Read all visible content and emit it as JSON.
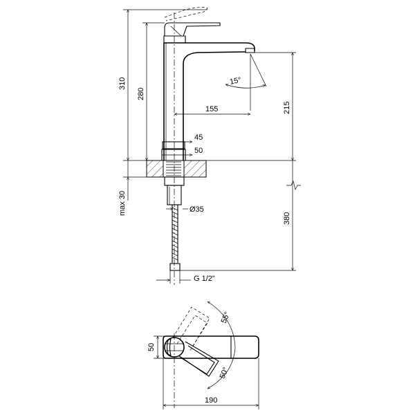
{
  "dimensions": {
    "total_height": "310",
    "body_height": "280",
    "spout_height": "215",
    "reach": "155",
    "spout_angle": "15°",
    "base_d1": "45",
    "base_d2": "50",
    "max_deck": "max 30",
    "hose_length": "380",
    "shank_diameter": "Ø35",
    "thread": "G 1/2\"",
    "plan_width": "50",
    "plan_length": "190",
    "lever_angle_top": "55°",
    "lever_angle_bottom": "50°"
  }
}
